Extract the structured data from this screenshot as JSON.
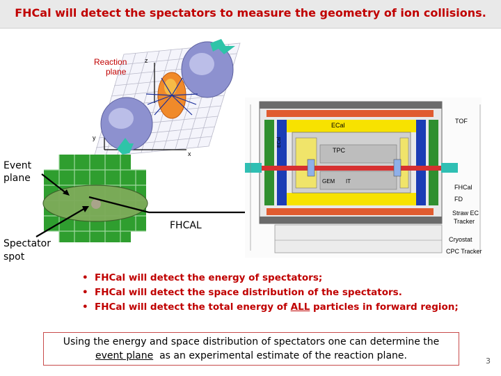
{
  "slide": {
    "title": "FHCal will detect the spectators to measure the geometry of ion collisions.",
    "page_number": "3"
  },
  "collision_diagram": {
    "label_reaction": "Reaction",
    "label_plane": "plane",
    "axis_z": "z",
    "axis_y": "y",
    "axis_x": "x"
  },
  "event_plane_diagram": {
    "label_event": "Event",
    "label_plane": "plane",
    "label_spectator": "Spectator",
    "label_spot": "spot",
    "label_fhcal": "FHCAL"
  },
  "detector": {
    "labels": [
      "TOF",
      "ECal",
      "ECal",
      "TPC",
      "GEM",
      "IT",
      "FHCal",
      "FD",
      "Straw EC",
      "Tracker",
      "Cryostat",
      "CPC Tracker"
    ]
  },
  "bullets": [
    {
      "bullet": "•",
      "text": "FHCal will detect the energy of spectators;"
    },
    {
      "bullet": "•",
      "text": "FHCal will detect the space distribution of the spectators."
    },
    {
      "bullet": "•",
      "pre": "FHCal will detect the total energy of ",
      "underlined": "ALL",
      "post": " particles in forward region;"
    }
  ],
  "conclusion": {
    "line1": "Using the energy and space distribution of spectators one can determine the",
    "underlined": "event plane",
    "line2_rest": "  as an experimental estimate of the reaction plane."
  },
  "colors": {
    "title": "#c00000",
    "bullet_text": "#c00000",
    "grid_green": "#2f9e2f",
    "ellipse_fill": "#7dab5a",
    "box_border": "#c84b4b"
  }
}
